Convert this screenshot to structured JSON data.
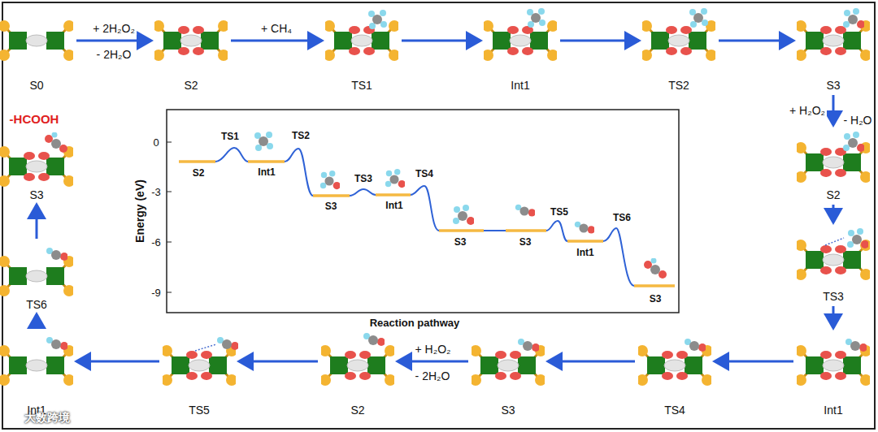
{
  "diagram": {
    "nodes": [
      {
        "text": [
          "S0"
        ]
      },
      {
        "text": [
          "S2"
        ]
      },
      {
        "text": [
          "TS1"
        ]
      },
      {
        "text": [
          "Int1"
        ]
      },
      {
        "text": [
          "TS2"
        ]
      },
      {
        "text": [
          "S3"
        ]
      },
      {
        "text": [
          "S2"
        ]
      },
      {
        "text": [
          "TS3"
        ]
      },
      {
        "text": [
          "Int1"
        ]
      },
      {
        "text": [
          "TS4"
        ]
      },
      {
        "text": [
          "S3"
        ]
      },
      {
        "text": [
          "S2"
        ]
      },
      {
        "text": [
          "TS5"
        ]
      },
      {
        "text": [
          "Int1"
        ]
      },
      {
        "text": [
          "TS6"
        ]
      },
      {
        "text": [
          "S3"
        ]
      }
    ],
    "edges": [
      {
        "from": 0,
        "to": 1,
        "arrow": "to",
        "label": "+ 2H₂O₂"
      },
      {
        "from": 1,
        "to": 2,
        "arrow": "to",
        "label": "+ CH₄"
      },
      {
        "from": 2,
        "to": 3,
        "arrow": "to"
      },
      {
        "from": 3,
        "to": 4,
        "arrow": "to"
      },
      {
        "from": 4,
        "to": 5,
        "arrow": "to"
      },
      {
        "from": 5,
        "to": 6,
        "arrow": "to",
        "label": "+ H₂O₂"
      },
      {
        "from": 6,
        "to": 7,
        "arrow": "to"
      },
      {
        "from": 7,
        "to": 8,
        "arrow": "to"
      },
      {
        "from": 8,
        "to": 9,
        "arrow": "to"
      },
      {
        "from": 9,
        "to": 10,
        "arrow": "to"
      },
      {
        "from": 10,
        "to": 11,
        "arrow": "to",
        "label": "+ H₂O₂"
      },
      {
        "from": 11,
        "to": 12,
        "arrow": "to"
      },
      {
        "from": 12,
        "to": 13,
        "arrow": "to"
      },
      {
        "from": 13,
        "to": 14,
        "arrow": "to"
      },
      {
        "from": 14,
        "to": 15,
        "arrow": "to"
      }
    ],
    "labels": [
      "- 2H₂O",
      "- H₂O",
      "- 2H₂O",
      "-HCOOH",
      "Energy (eV)",
      "0",
      "-3",
      "-6",
      "-9",
      "Reaction pathway",
      "S2",
      "TS1",
      "Int1",
      "TS2",
      "S3",
      "TS3",
      "Int1",
      "TS4",
      "S3",
      "S3",
      "TS5",
      "Int1",
      "TS6",
      "S3",
      "大数跨境"
    ]
  }
}
